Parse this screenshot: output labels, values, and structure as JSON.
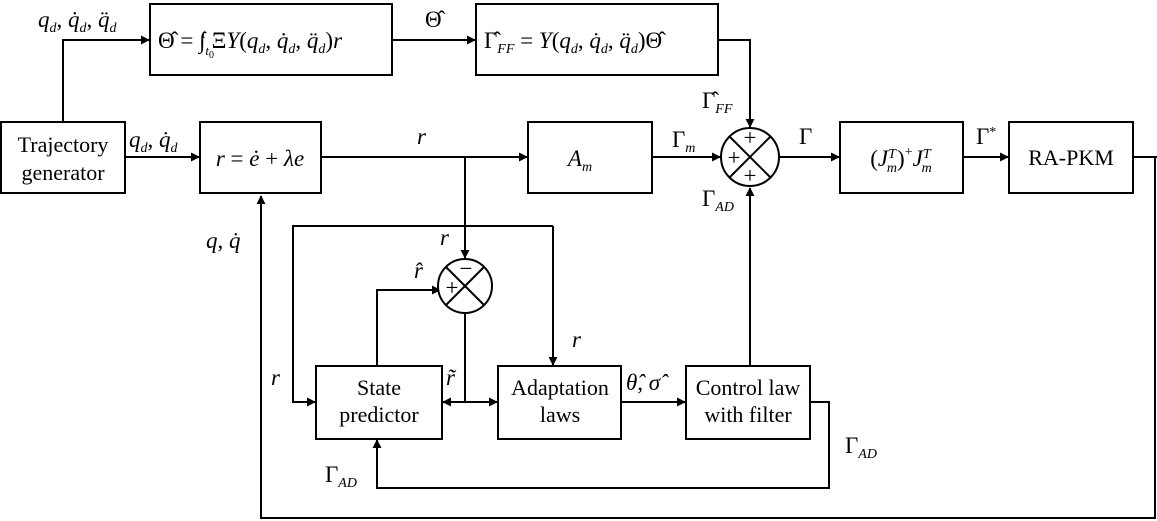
{
  "blocks": {
    "trajectory_generator": [
      "Trajectory",
      "generator"
    ],
    "error_filter": "r = ė + λe",
    "feedforward_param": "Θ̂ = ∫_{t0}^{t} ΞY(q_d, q̇_d, q̈_d) r",
    "feedforward_torque": "Γ̂_FF = Y(q_d, q̇_d, q̈_d) Θ̂",
    "gain": "A_m",
    "mapping": "(J_m^T)^+ J_m^T",
    "plant": "RA-PKM",
    "state_predictor": [
      "State",
      "predictor"
    ],
    "adaptation_laws": [
      "Adaptation",
      "laws"
    ],
    "control_law": [
      "Control law",
      "with filter"
    ]
  },
  "signals": {
    "desired_traj_top": "q_d, q̇_d, q̈_d",
    "desired_traj_mid": "q_d, q̇_d",
    "theta_hat": "Θ̂",
    "gamma_ff": "Γ̂_FF",
    "r_main": "r",
    "gamma_m": "Γ_m",
    "gamma": "Γ",
    "gamma_star": "Γ*",
    "gamma_ad_sum": "Γ_AD",
    "q_feedback": "q, q̇",
    "r_down": "r",
    "r_hat": "r̂",
    "r_adapt": "r",
    "r_left": "r",
    "r_tilde": "r̃",
    "theta_sigma": "θ̂, σ̂",
    "gamma_ad_right": "Γ_AD",
    "gamma_ad_bottom": "Γ_AD"
  },
  "signs": {
    "sum1": [
      "+",
      "+",
      "+"
    ],
    "sum2": [
      "−",
      "+"
    ]
  }
}
